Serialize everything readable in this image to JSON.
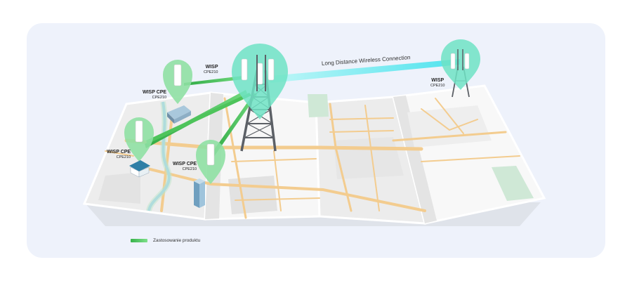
{
  "diagram": {
    "link_label": "Long Distance Wireless Connection",
    "wisp_main": {
      "title": "WISP",
      "model": "CPE210"
    },
    "wisp_remote": {
      "title": "WISP",
      "model": "CPE210"
    },
    "cpe_1": {
      "title": "WISP CPE",
      "model": "CPE210"
    },
    "cpe_2": {
      "title": "WISP CPE",
      "model": "CPE210"
    },
    "cpe_3": {
      "title": "WISP CPE",
      "model": "CPE210"
    },
    "legend_label": "Zastosowanie produktu",
    "colors": {
      "panel_bg": "#eef2fb",
      "pin_green": "#8fe0a3",
      "pin_teal": "#6fe3c4",
      "link_green": "#36b34a",
      "link_cyan": "#5ce7f0",
      "road": "#f3cc8f",
      "map_paper": "#f7f7f7",
      "tower": "#5c6066"
    }
  }
}
